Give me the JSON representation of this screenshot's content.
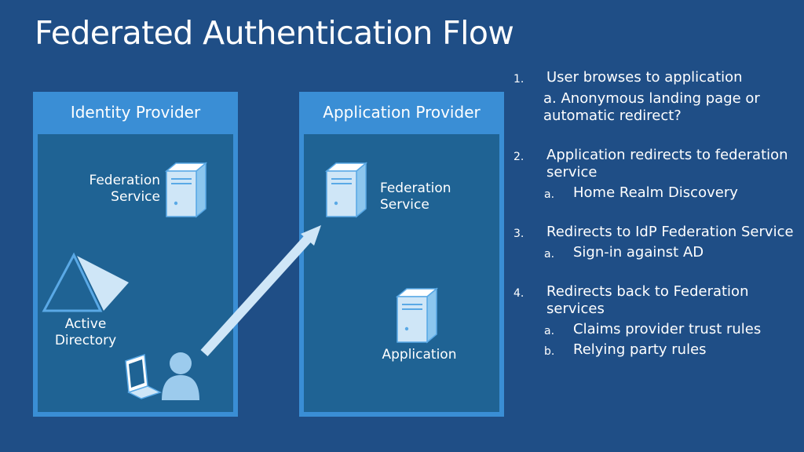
{
  "slide_title": "Federated Authentication Flow",
  "identity_provider": {
    "header": "Identity Provider",
    "federation_service_label": "Federation\nService",
    "active_directory_label": "Active\nDirectory"
  },
  "application_provider": {
    "header": "Application Provider",
    "federation_service_label": "Federation\nService",
    "application_label": "Application"
  },
  "steps": [
    {
      "num": "1.",
      "text": "User browses to application",
      "note": "a. Anonymous landing page or automatic redirect?"
    },
    {
      "num": "2.",
      "text": "Application redirects to federation service",
      "subs": [
        {
          "num": "a.",
          "text": "Home Realm Discovery"
        }
      ]
    },
    {
      "num": "3.",
      "text": "Redirects to IdP Federation Service",
      "subs": [
        {
          "num": "a.",
          "text": "Sign-in against AD"
        }
      ]
    },
    {
      "num": "4.",
      "text": "Redirects back to Federation services",
      "subs": [
        {
          "num": "a.",
          "text": "Claims provider trust rules"
        },
        {
          "num": "b.",
          "text": "Relying party rules"
        }
      ]
    }
  ],
  "icons": [
    "server-icon",
    "server-icon",
    "server-icon",
    "active-directory-icon",
    "laptop-icon",
    "user-icon",
    "flow-arrow"
  ],
  "colors": {
    "background": "#1f4e86",
    "panel_header": "#3a8ed5",
    "panel_body": "#1f6394",
    "icon_light": "#cfe6f7",
    "icon_accent": "#5aa9e6"
  }
}
